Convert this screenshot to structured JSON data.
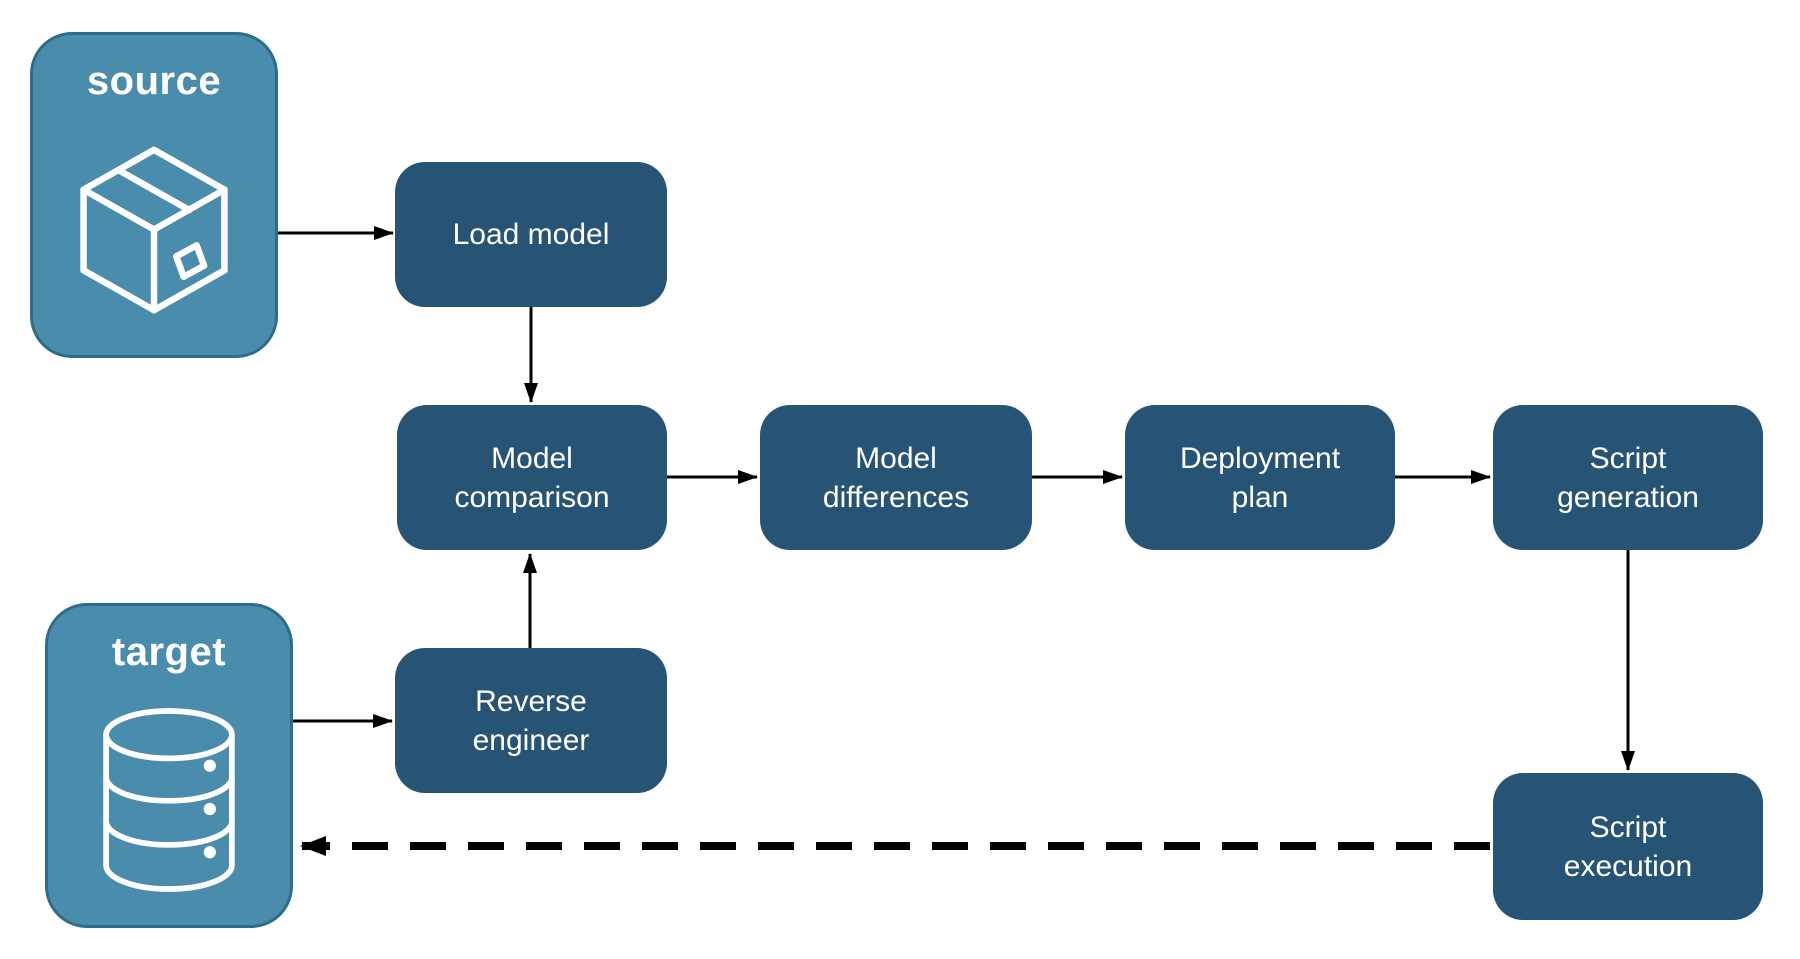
{
  "diagram": {
    "title": "model deployment pipeline flowchart",
    "entities": {
      "source": {
        "label": "source",
        "icon": "package-icon"
      },
      "target": {
        "label": "target",
        "icon": "database-icon"
      }
    },
    "processes": {
      "load_model": {
        "label": "Load model"
      },
      "model_comparison": {
        "label": "Model comparison"
      },
      "model_differences": {
        "label": "Model differences"
      },
      "deployment_plan": {
        "label": "Deployment plan"
      },
      "script_generation": {
        "label": "Script generation"
      },
      "reverse_engineer": {
        "label": "Reverse engineer"
      },
      "script_execution": {
        "label": "Script execution"
      }
    },
    "connections": [
      {
        "from": "source",
        "to": "load_model",
        "style": "solid"
      },
      {
        "from": "load_model",
        "to": "model_comparison",
        "style": "solid"
      },
      {
        "from": "target",
        "to": "reverse_engineer",
        "style": "solid"
      },
      {
        "from": "reverse_engineer",
        "to": "model_comparison",
        "style": "solid"
      },
      {
        "from": "model_comparison",
        "to": "model_differences",
        "style": "solid"
      },
      {
        "from": "model_differences",
        "to": "deployment_plan",
        "style": "solid"
      },
      {
        "from": "deployment_plan",
        "to": "script_generation",
        "style": "solid"
      },
      {
        "from": "script_generation",
        "to": "script_execution",
        "style": "solid"
      },
      {
        "from": "script_execution",
        "to": "target",
        "style": "dashed"
      }
    ],
    "colors": {
      "entity_fill": "#4A8CAC",
      "entity_border": "#2E6D89",
      "process_fill": "#275475",
      "label_text": "#FFFFFF",
      "arrow": "#000000",
      "background": "#FFFFFF"
    }
  }
}
